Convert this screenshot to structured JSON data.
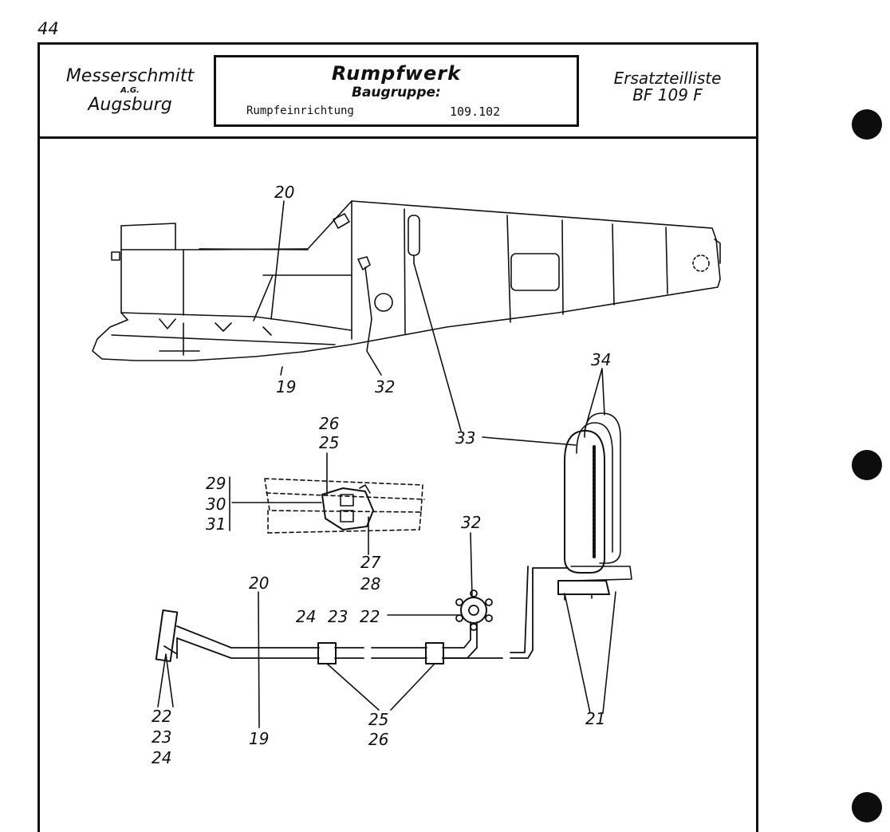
{
  "page_number": "44",
  "header": {
    "manufacturer": {
      "name": "Messerschmitt",
      "suffix": "A.G.",
      "city": "Augsburg"
    },
    "section": {
      "title": "Rumpfwerk",
      "group_label": "Baugruppe:",
      "group_name": "Rumpfeinrichtung",
      "group_number": "109.102"
    },
    "document": {
      "title": "Ersatzteilliste",
      "model": "BF 109 F"
    }
  },
  "callouts": {
    "c20_top": "20",
    "c19_top": "19",
    "c32_top": "32",
    "c34": "34",
    "c33": "33",
    "c26_mid": "26",
    "c25_mid": "25",
    "c29": "29",
    "c30": "30",
    "c31": "31",
    "c27": "27",
    "c28": "28",
    "c32_valve": "32",
    "c20_pipe": "20",
    "c24_valve": "24",
    "c23_valve": "23",
    "c22_valve": "22",
    "c22_low": "22",
    "c23_low": "23",
    "c24_low": "24",
    "c19_pipe": "19",
    "c25_low": "25",
    "c26_low": "26",
    "c21": "21"
  }
}
